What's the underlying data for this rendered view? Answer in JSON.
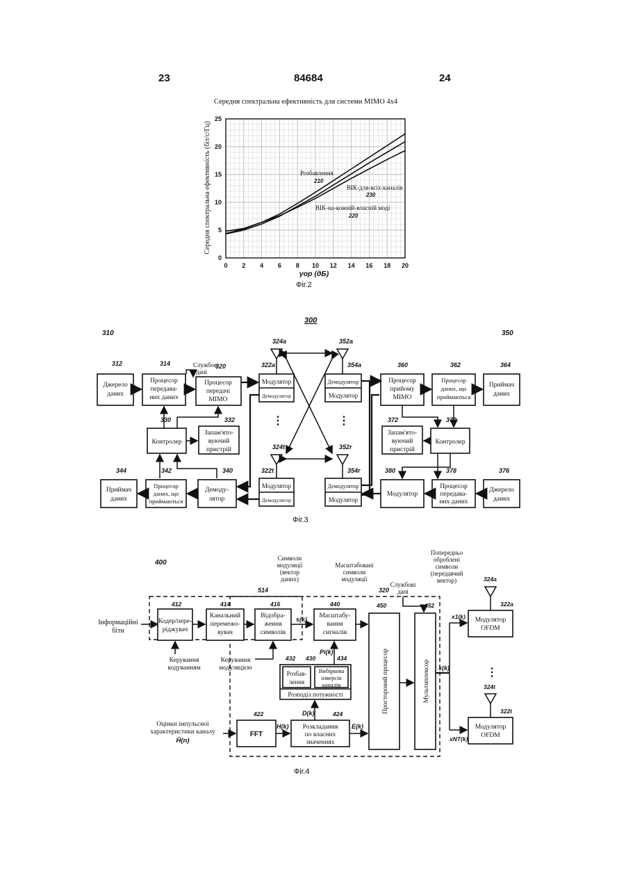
{
  "header": {
    "left": "23",
    "center": "84684",
    "right": "24"
  },
  "fig2": {
    "caption": "Фіг.2",
    "chart_data": {
      "type": "line",
      "title": "Середня спектральна ефективність для системи MIMO 4x4",
      "xlabel": "γop (дБ)",
      "ylabel": "Середня спектральна ефективність (біт/с/Гц)",
      "xlim": [
        0,
        20
      ],
      "ylim": [
        0,
        25
      ],
      "xticks": [
        "0",
        "2",
        "4",
        "6",
        "8",
        "10",
        "12",
        "14",
        "16",
        "18",
        "20"
      ],
      "yticks": [
        "0",
        "5",
        "10",
        "15",
        "20",
        "25"
      ],
      "grid": true,
      "x": [
        0,
        2,
        4,
        6,
        8,
        10,
        12,
        14,
        16,
        18,
        20
      ],
      "series": [
        {
          "name": "210",
          "values": [
            4.4,
            5.2,
            6.4,
            7.9,
            9.8,
            11.8,
            13.9,
            16.0,
            18.1,
            20.2,
            22.3
          ]
        },
        {
          "name": "230",
          "values": [
            4.3,
            5.0,
            6.1,
            7.5,
            9.3,
            11.1,
            13.1,
            15.1,
            17.1,
            19.0,
            20.9
          ]
        },
        {
          "name": "220",
          "values": [
            4.8,
            5.3,
            6.4,
            7.6,
            9.1,
            10.7,
            12.5,
            14.3,
            16.0,
            17.7,
            19.3
          ]
        }
      ],
      "annotations": [
        {
          "text": "Розбавлення",
          "ref": "210"
        },
        {
          "text": "ВІК-для-всіх-каналів",
          "ref": "230"
        },
        {
          "text": "ВІК-на-кожній-власній моді",
          "ref": "220"
        }
      ]
    }
  },
  "fig3": {
    "caption": "Фіг.3",
    "num_300": "300",
    "num_310": "310",
    "num_350": "350",
    "b312": {
      "num": "312",
      "l1": "Джерело",
      "l2": "даних"
    },
    "b314": {
      "num": "314",
      "l1": "Процесор",
      "l2": "передава-",
      "l3": "них даних"
    },
    "svc1": {
      "l1": "Службові",
      "l2": "дані"
    },
    "b320": {
      "num": "320",
      "l1": "Процесор",
      "l2": "передачі",
      "l3": "MIMO"
    },
    "b330": {
      "num": "330",
      "l1": "Контролер"
    },
    "b332": {
      "num": "332",
      "l1": "Запам'ято-",
      "l2": "вуючий",
      "l3": "пристрій"
    },
    "b344": {
      "num": "344",
      "l1": "Приймач",
      "l2": "даних"
    },
    "b342": {
      "num": "342",
      "l1": "Процесор",
      "l2": "даних, що",
      "l3": "приймаються"
    },
    "b340": {
      "num": "340",
      "l1": "Демоду-",
      "l2": "лятор"
    },
    "b322a": {
      "num": "322a",
      "mod": "Модулятор",
      "demod": "Демодулятор"
    },
    "b322t": {
      "num": "322t",
      "mod": "Модулятор",
      "demod": "Демодулятор"
    },
    "b354a": {
      "num": "354a",
      "mod": "Модулятор",
      "demod": "Демодулятор"
    },
    "b354r": {
      "num": "354r",
      "mod": "Модулятор",
      "demod": "Демодулятор"
    },
    "ant324a": "324a",
    "ant324t": "324t",
    "ant352a": "352a",
    "ant352r": "352r",
    "b360": {
      "num": "360",
      "l1": "Процесор",
      "l2": "прийому",
      "l3": "MIMO"
    },
    "b362": {
      "num": "362",
      "l1": "Процесор",
      "l2": "даних, що",
      "l3": "приймаються"
    },
    "b364": {
      "num": "364",
      "l1": "Приймач",
      "l2": "даних"
    },
    "b370": {
      "num": "370",
      "l1": "Контролер"
    },
    "b372": {
      "num": "372",
      "l1": "Запам'ято-",
      "l2": "вуючий",
      "l3": "пристрій"
    },
    "b380": {
      "num": "380",
      "l1": "Модулятор"
    },
    "b378": {
      "num": "378",
      "l1": "Процесор",
      "l2": "передава-",
      "l3": "них даних"
    },
    "b376": {
      "num": "376",
      "l1": "Джерело",
      "l2": "даних"
    }
  },
  "fig4": {
    "caption": "Фіг.4",
    "num_400": "400",
    "num_514": "514",
    "num_320": "320",
    "top_sym": {
      "l1": "Символи",
      "l2": "модуляції",
      "l3": "(вектор",
      "l4": "даних)"
    },
    "top_scaled": {
      "l1": "Масштабовані",
      "l2": "символи",
      "l3": "модуляції"
    },
    "top_pre": {
      "l1": "Попередньо",
      "l2": "оброблені",
      "l3": "символи",
      "l4": "(передавчий",
      "l5": "вектор)"
    },
    "svc": {
      "l1": "Службові",
      "l2": "дані"
    },
    "info": {
      "l1": "Інформаційні",
      "l2": "біти"
    },
    "b412": {
      "num": "412",
      "l1": "Кодер/пере-",
      "l2": "ріджувач"
    },
    "b414": {
      "num": "414",
      "l1": "Канальний",
      "l2": "перемежо-",
      "l3": "вувач"
    },
    "b416": {
      "num": "416",
      "l1": "Відобра-",
      "l2": "ження",
      "l3": "символів"
    },
    "b440": {
      "num": "440",
      "l1": "Масштабу-",
      "l2": "вання",
      "l3": "сигналів"
    },
    "b450": {
      "num": "450",
      "l1": "Просторовий процесор"
    },
    "b452": {
      "num": "452",
      "l1": "Мультиплексор"
    },
    "b430": {
      "num": "430",
      "l1": "Розподіл потужності"
    },
    "b432": {
      "num": "432",
      "l1": "Розбав-",
      "l2": "лення"
    },
    "b434": {
      "num": "434",
      "l1": "Вибіркова",
      "l2": "інверсія",
      "l3": "каналів"
    },
    "b422": {
      "num": "422",
      "l1": "FFT"
    },
    "b424": {
      "num": "424",
      "l1": "Розкладання",
      "l2": "по власних",
      "l3": "значеннях"
    },
    "ctl_code": {
      "l1": "Керування",
      "l2": "кодуванням"
    },
    "ctl_mod": {
      "l1": "Керування",
      "l2": "модуляцією"
    },
    "est": {
      "l1": "Оцінки імпульсної",
      "l2": "характеристики каналу",
      "l3": "Ĥ(n)"
    },
    "s_k": "s(k)",
    "P_k": "Pi(k)",
    "D_k": "D(k)",
    "E_k": "E(k)",
    "H_k": "H(k)",
    "x_k": "x(k)",
    "x1_k": "x1(k)",
    "xnt_k": "xNT(k)",
    "ant324a": "324a",
    "ant324t": "324t",
    "b322a": {
      "num": "322a",
      "l1": "Модулятор",
      "l2": "OFDM"
    },
    "b322t": {
      "num": "322t",
      "l1": "Модулятор",
      "l2": "OFDM"
    }
  }
}
